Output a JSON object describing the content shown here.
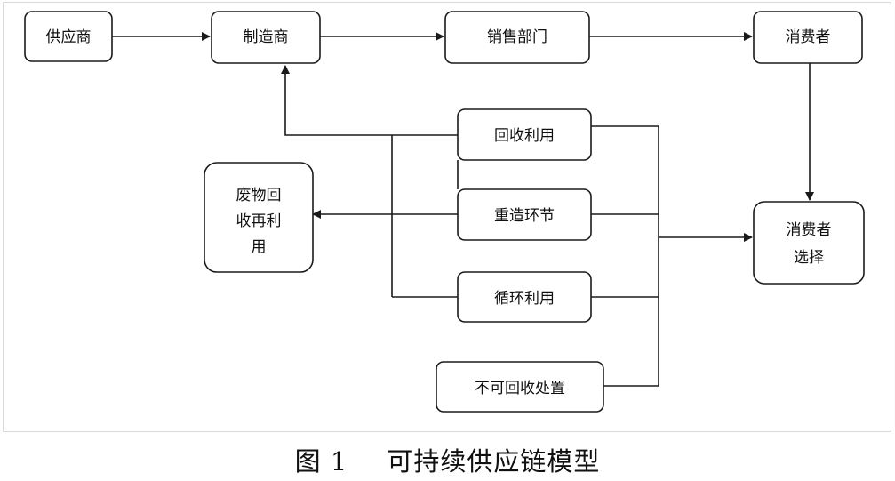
{
  "diagram": {
    "nodes": {
      "supplier": "供应商",
      "manufacturer": "制造商",
      "sales": "销售部门",
      "consumer": "消费者",
      "recycle_use": "回收利用",
      "remanufacture": "重造环节",
      "waste_recycle": [
        "废物回",
        "收再利",
        "用"
      ],
      "circular_use": "循环利用",
      "non_recyclable": "不可回收处置",
      "consumer_choice": [
        "消费者",
        "选择"
      ]
    }
  },
  "caption": {
    "label": "图 1",
    "title": "可持续供应链模型"
  }
}
